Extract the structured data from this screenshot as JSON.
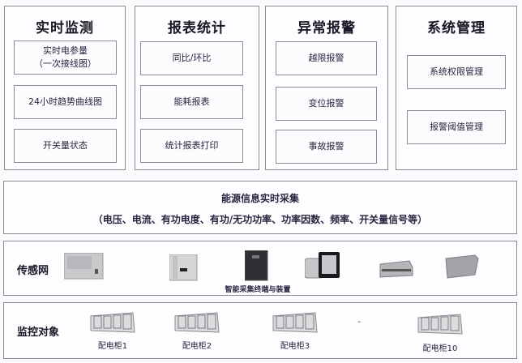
{
  "modules": [
    {
      "title": "实时监测",
      "items": [
        "实时电参量\n（一次接线图）",
        "24小时趋势曲线图",
        "开关量状态"
      ]
    },
    {
      "title": "报表统计",
      "items": [
        "同比/环比",
        "能耗报表",
        "统计报表打印"
      ]
    },
    {
      "title": "异常报警",
      "items": [
        "越限报警",
        "变位报警",
        "事故报警"
      ]
    },
    {
      "title": "系统管理",
      "items": [
        "系统权限管理",
        "报警阈值管理"
      ]
    }
  ],
  "collection": {
    "title": "能源信息实时采集",
    "subtitle": "（电压、电流、有功电度、有功/无功功率、功率因数、频率、开关量信号等）"
  },
  "sensor_network": {
    "label": "传感网",
    "device_caption": "智能采集终端与装置",
    "devices": [
      "power-meter-panel",
      "data-collector",
      "smart-terminal",
      "display-unit",
      "din-rail-module",
      "switch-module"
    ]
  },
  "monitored_objects": {
    "label": "监控对象",
    "ellipsis": "-",
    "cabinets": [
      "配电柜1",
      "配电柜2",
      "配电柜3",
      "配电柜10"
    ]
  }
}
